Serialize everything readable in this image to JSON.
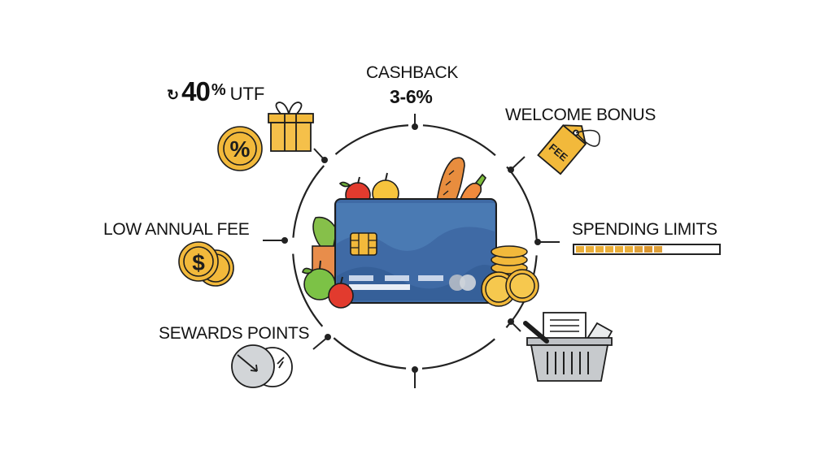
{
  "diagram": {
    "center": {
      "item": "credit-card",
      "surrounding_items": [
        "apple",
        "yellow-apple",
        "baguette",
        "carrot",
        "lettuce",
        "paper-bag",
        "green-apple",
        "red-apple",
        "coin-stack",
        "coins"
      ]
    },
    "features": [
      {
        "id": "discount",
        "prefix_icon": "refresh-icon",
        "value": "40",
        "unit": "%",
        "label": "UTF",
        "icons": [
          "percent-coin-icon",
          "gift-box-icon"
        ]
      },
      {
        "id": "cashback",
        "label": "CASHBACK",
        "value": "3-6%"
      },
      {
        "id": "welcome-bonus",
        "label": "WELCOME BONUS",
        "icons": [
          "fee-tag-icon"
        ],
        "tag_text": "FEE"
      },
      {
        "id": "spending-limits",
        "label": "SPENDING LIMITS",
        "progress_segments_filled": 9,
        "progress_percent": 60
      },
      {
        "id": "low-annual-fee",
        "label": "LOW ANNUAL FEE",
        "icons": [
          "dollar-coins-icon"
        ]
      },
      {
        "id": "rewards-points",
        "label": "SEWARDS POINTS",
        "icons": [
          "coin-arrow-icon"
        ]
      },
      {
        "id": "shopping",
        "icons": [
          "shopping-basket-icon",
          "receipt-icon"
        ]
      }
    ],
    "colors": {
      "card_blue": "#3f6aa5",
      "card_blue_dark": "#2f5890",
      "gold": "#f2b93b",
      "gold_dark": "#d9961f",
      "outline": "#1d1d1d",
      "basket_gray": "#b9bcc0",
      "red": "#e23b2e",
      "green": "#7bbf3a"
    }
  }
}
